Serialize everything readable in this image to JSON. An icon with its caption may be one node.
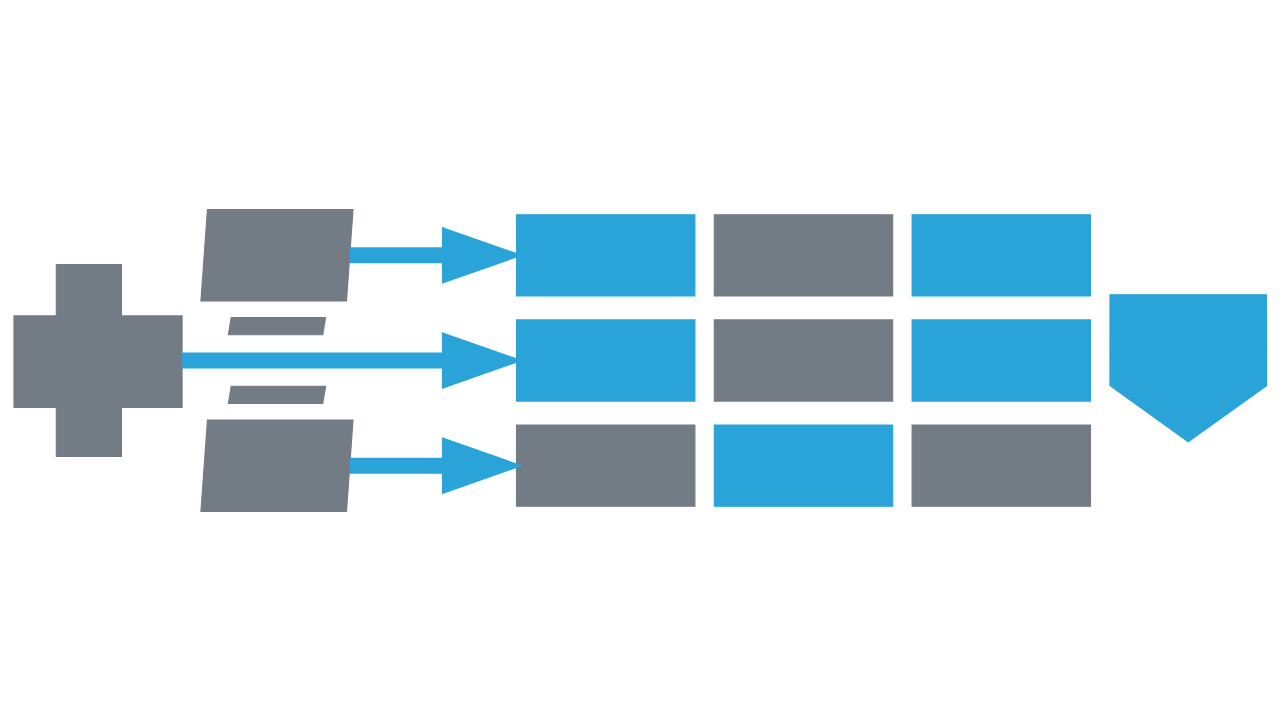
{
  "diagram": {
    "nodes": [
      {
        "text": [],
        "shape": "parallelogram"
      },
      {
        "text": [],
        "shape": "cross"
      },
      {
        "text": [],
        "shape": "bar"
      },
      {
        "text": [],
        "shape": "bar"
      },
      {
        "text": [],
        "shape": "parallelogram"
      },
      {
        "text": [],
        "shape": "box"
      },
      {
        "text": [],
        "shape": "box"
      },
      {
        "text": [],
        "shape": "box"
      },
      {
        "text": [],
        "shape": "box"
      },
      {
        "text": [],
        "shape": "box"
      },
      {
        "text": [],
        "shape": "box"
      },
      {
        "text": [],
        "shape": "box"
      },
      {
        "text": [],
        "shape": "box"
      },
      {
        "text": [],
        "shape": "box"
      },
      {
        "text": [],
        "shape": "checkmark"
      }
    ],
    "edges": [
      {
        "from": 0,
        "to": 5,
        "arrow": "to"
      },
      {
        "from": 1,
        "to": 8,
        "arrow": "to"
      },
      {
        "from": 4,
        "to": 11,
        "arrow": "to"
      }
    ]
  }
}
